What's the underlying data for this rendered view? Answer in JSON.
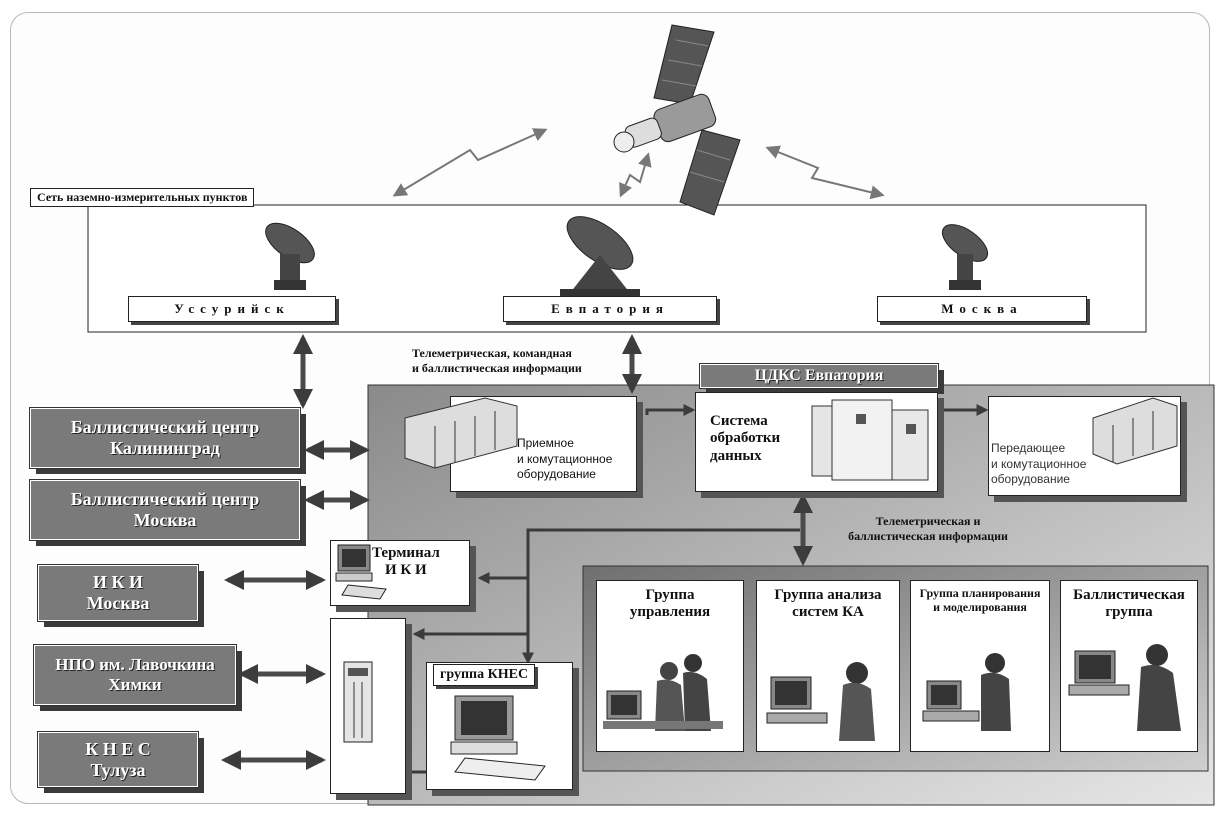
{
  "network": {
    "title": "Сеть наземно-измерительных пунктов",
    "stations": [
      "Уссурийск",
      "Евпатория",
      "Москва"
    ]
  },
  "links": {
    "uplink": "Телеметрическая, командная\nи баллистическая информации",
    "internal": "Телеметрическая и\nбаллистическая информации"
  },
  "center": {
    "title": "ЦДКС Евпатория",
    "receive": "Приемное\nи комутационное\nоборудование",
    "processing": "Система\nобработки\nданных",
    "transmit": "Передающее\nи комутационное\nоборудование"
  },
  "external": [
    "Баллистический центр\nКалининград",
    "Баллистический центр\nМосква",
    "И К И\nМосква",
    "НПО им. Лавочкина\nХимки",
    "К Н Е С\nТулуза"
  ],
  "terminal": "Терминал\nИ К И",
  "knes_group": "группа КНЕС",
  "groups": [
    "Группа\nуправления",
    "Группа анализа\nсистем КА",
    "Группа планирования\nи моделирования",
    "Баллистическая\nгруппа"
  ]
}
